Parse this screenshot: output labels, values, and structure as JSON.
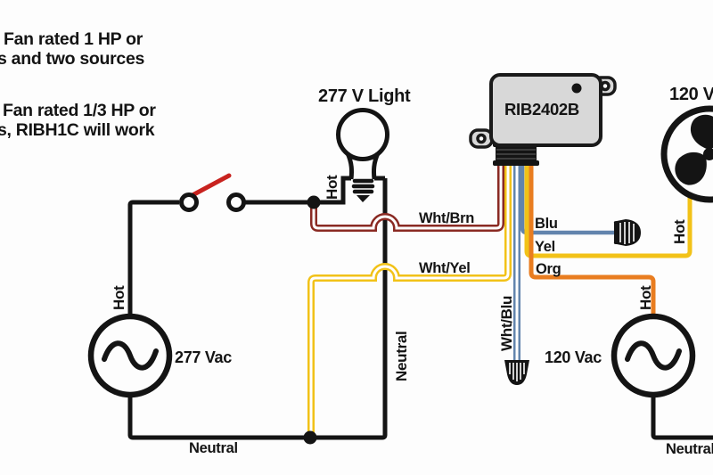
{
  "notes": {
    "line1": "Fan rated 1 HP or",
    "line2": "s and two sources",
    "line3": "Fan rated 1/3 HP or",
    "line4": "s, RIBH1C will work"
  },
  "relay": {
    "label": "RIB2402B"
  },
  "light": {
    "label": "277 V Light",
    "hot": "Hot",
    "neutral": "Neutral"
  },
  "fan": {
    "label": "120 V",
    "hot": "Hot"
  },
  "source_277": {
    "label": "277 Vac",
    "hot": "Hot",
    "neutral": "Neutral"
  },
  "source_120": {
    "label": "120 Vac",
    "hot": "Hot",
    "neutral": "Neutral"
  },
  "wires": {
    "wht_brn": "Wht/Brn",
    "wht_yel": "Wht/Yel",
    "wht_blu": "Wht/Blu",
    "blu": "Blu",
    "yel": "Yel",
    "org": "Org"
  },
  "colors": {
    "brown": "#8a2a23",
    "yellow": "#f2c218",
    "blue": "#6284ad",
    "orange": "#e97d20",
    "red": "#c8231f",
    "black": "#141414",
    "white_core": "#ffffff",
    "box_fill": "#d8d8d8"
  }
}
